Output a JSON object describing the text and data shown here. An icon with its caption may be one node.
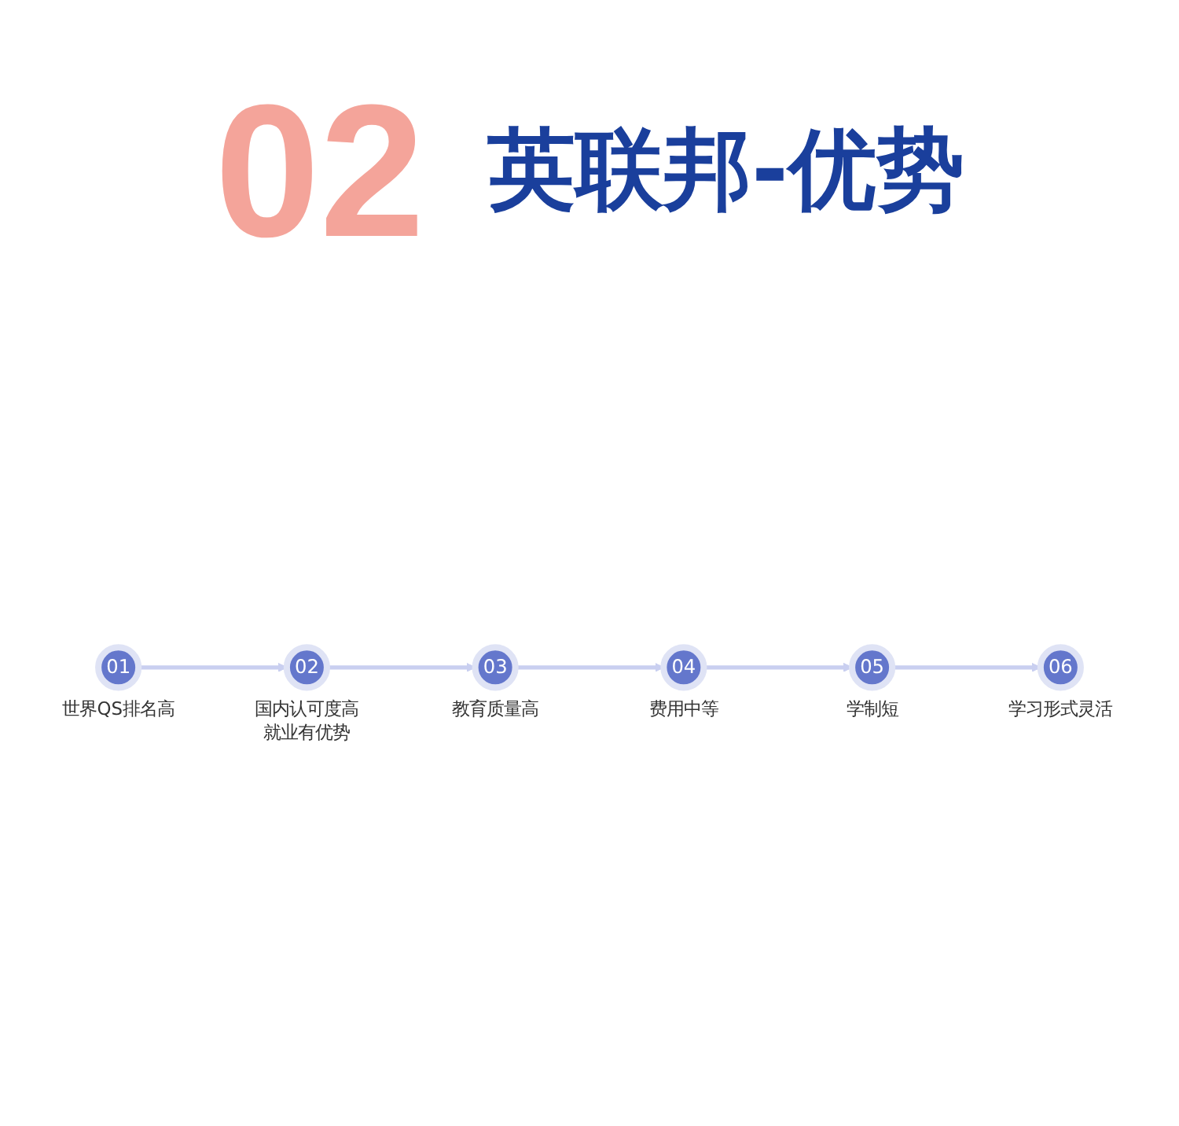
{
  "diagram": {
    "title": "英联邦-优势",
    "nodes": [
      {
        "text": [
          "01"
        ],
        "beside": [
          "世界QS排名高"
        ]
      },
      {
        "text": [
          "02"
        ],
        "beside": [
          "国内认可度高就业有优势"
        ]
      },
      {
        "text": [
          "03"
        ],
        "beside": [
          "教育质量高"
        ]
      },
      {
        "text": [
          "04"
        ],
        "beside": [
          "费用中等"
        ]
      },
      {
        "text": [
          "05"
        ],
        "beside": [
          "学制短"
        ]
      },
      {
        "text": [
          "06"
        ],
        "beside": [
          "学习形式灵活"
        ]
      }
    ],
    "edges": [
      {
        "from": 0,
        "to": 1,
        "arrow": "to"
      },
      {
        "from": 1,
        "to": 2,
        "arrow": "to"
      },
      {
        "from": 2,
        "to": 3,
        "arrow": "to"
      },
      {
        "from": 3,
        "to": 4,
        "arrow": "to"
      },
      {
        "from": 4,
        "to": 5,
        "arrow": "to"
      }
    ],
    "labels": [
      "02"
    ]
  }
}
